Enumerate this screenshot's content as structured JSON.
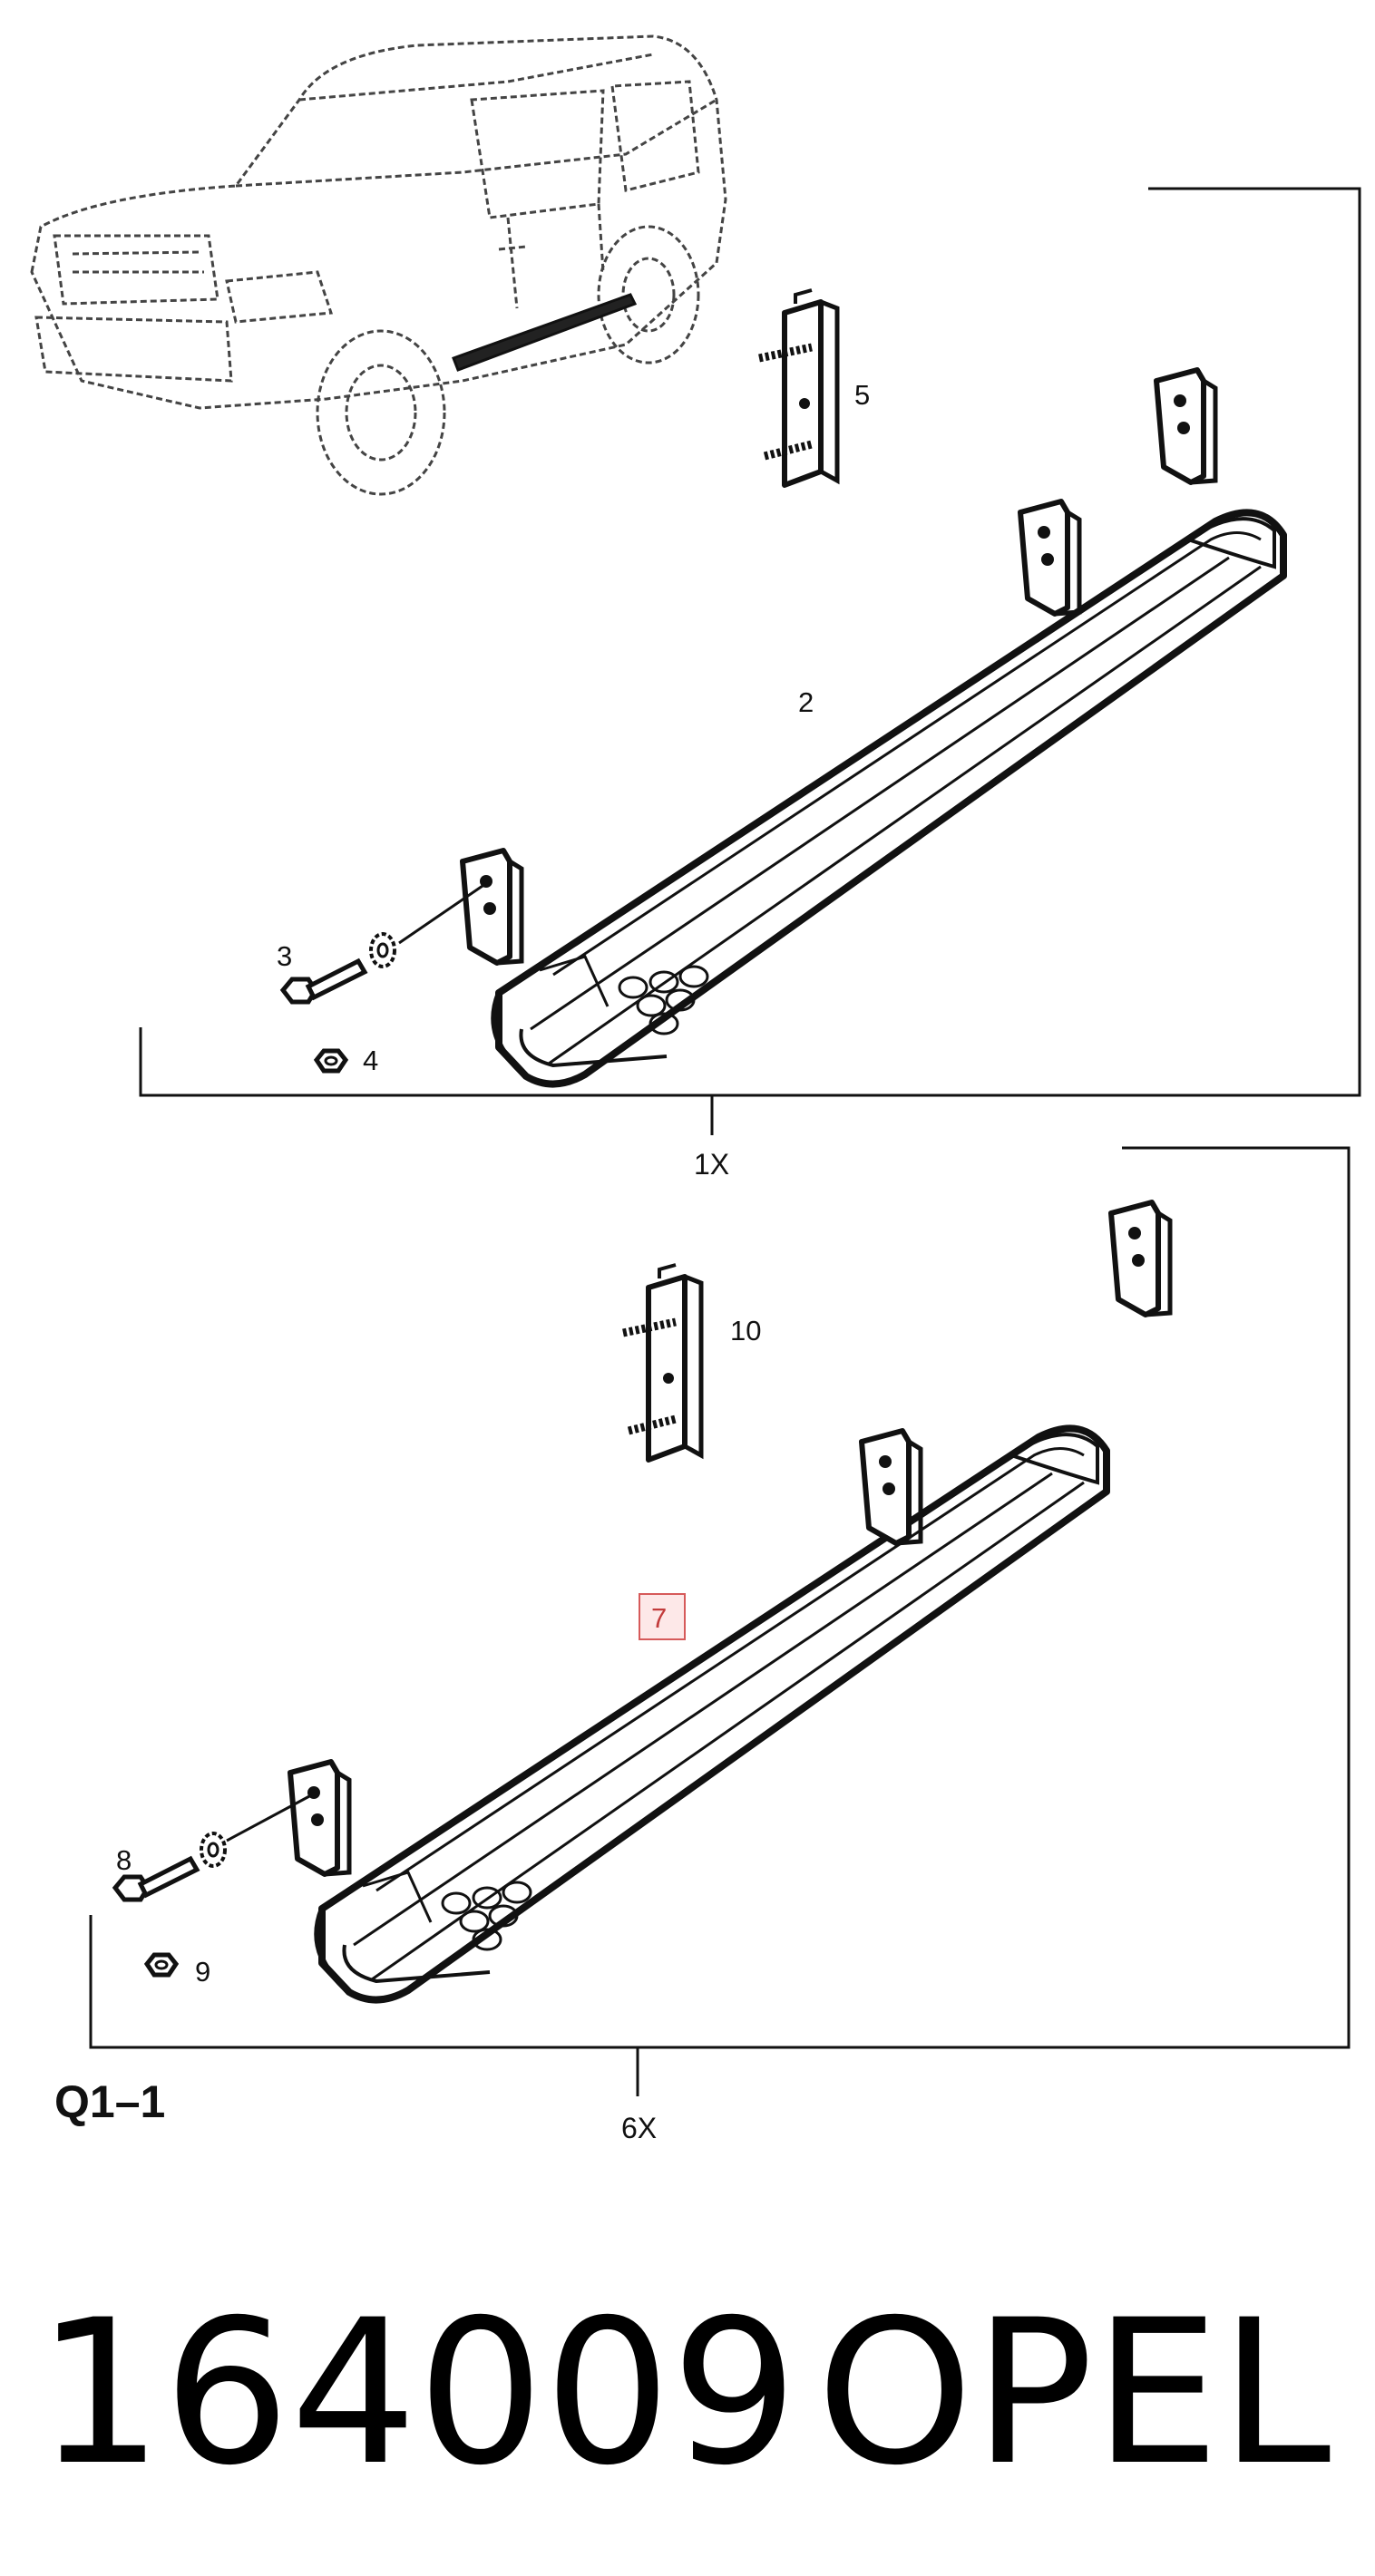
{
  "diagram": {
    "callouts": {
      "p2": "2",
      "p3": "3",
      "p4": "4",
      "p5": "5",
      "p7": "7",
      "p8": "8",
      "p9": "9",
      "p10": "10"
    },
    "highlighted_callout": "7",
    "upper_quantity": "1X",
    "lower_quantity": "6X",
    "figure_ref": "Q1–1",
    "highlight_color": "#d65a5a"
  },
  "footer": {
    "part_number": "164009",
    "brand": "OPEL"
  }
}
